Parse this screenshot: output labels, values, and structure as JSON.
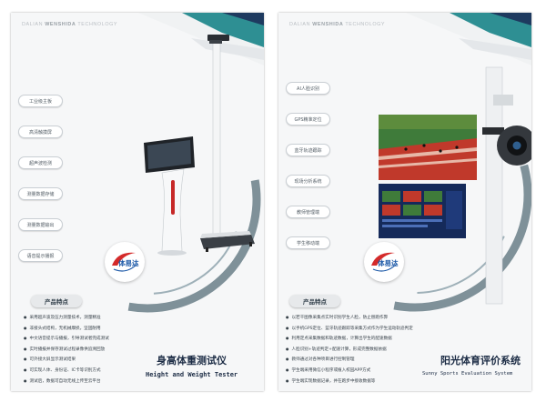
{
  "brand": {
    "prefix": "DALIAN",
    "name": "WENSHIDA",
    "suffix": "TECHNOLOGY"
  },
  "logo_text": "体易达",
  "section_title": "产品特点",
  "left": {
    "features": [
      "工业级主板",
      "高清触摸屏",
      "超声波检测",
      "测量数据存储",
      "测量数据输出",
      "语音提示播报"
    ],
    "specs": [
      "采用超声波及压力测量技术，测量精准",
      "非接头式结构，无机械摩损，坚固耐用",
      "中文语音提示与播报，引导测试者完成测试",
      "实时播报并保存测试过程录像供追溯回放",
      "可外接大屏显示测试结果",
      "可实现人体、身份证、IC卡等识别方式",
      "测试后，数据可自动无线上传至云平台"
    ],
    "product_cn": "身高体重测试仪",
    "product_en": "Height and Weight Tester"
  },
  "right": {
    "features": [
      "AI人脸识别",
      "GPS精准定位",
      "蓝牙轨迹跟踪",
      "现场分析系统",
      "教师管理端",
      "学生移动端"
    ],
    "specs": [
      "以若干图像采集点实时识别学生人脸，防止替跑作弊",
      "以手机GPS定位、蓝牙轨迹跟踪等采集方式作为学生运动轨迹判定",
      "利用定点采集数据和轨迹数据，计算出学生的配速数据",
      "人脸识别+轨迹判定+配速计算，形成完整数据依据",
      "教师通过对各种项目进行控制管理",
      "学生端采用微信小程序或植入校园APP方式",
      "学生端实现数据记录，并在跑步中接收数据等"
    ],
    "product_cn": "阳光体育评价系统",
    "product_en": "Sunny Sports Evaluation System"
  },
  "colors": {
    "teal": "#2e8f93",
    "navy": "#1e3a5f",
    "grey_arc": "#7f9199",
    "logo_red": "#d42a2a",
    "logo_blue": "#1e5aa8"
  }
}
